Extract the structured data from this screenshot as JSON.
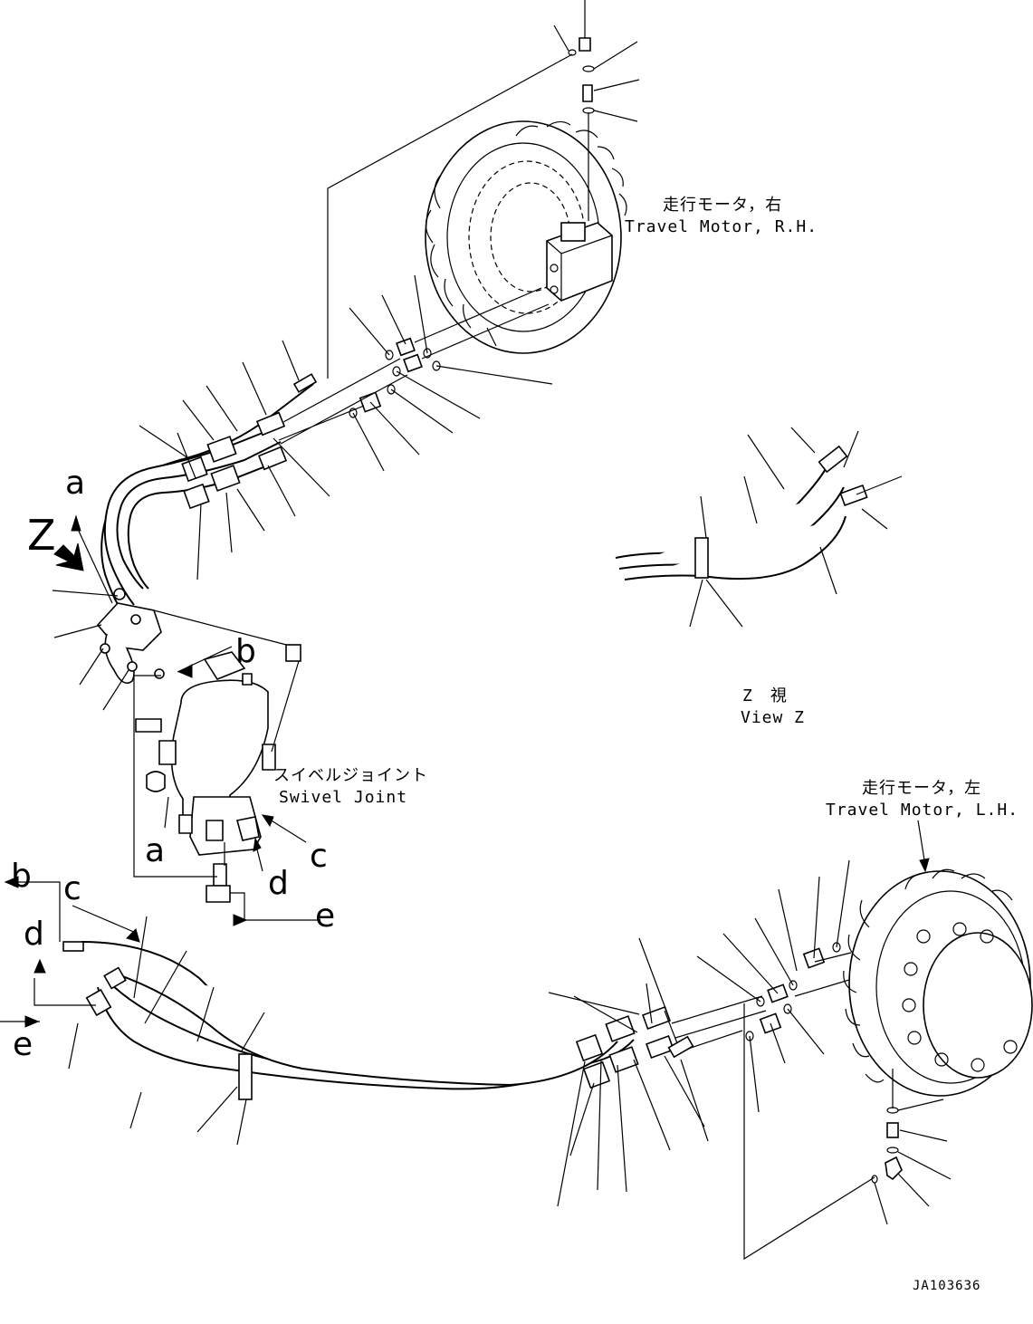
{
  "labels": {
    "travel_motor_rh_jp": "走行モータ，右",
    "travel_motor_rh_en": "Travel Motor, R.H.",
    "travel_motor_lh_jp": "走行モータ，左",
    "travel_motor_lh_en": "Travel Motor, L.H.",
    "swivel_joint_jp": "スイベルジョイント",
    "swivel_joint_en": "Swivel Joint",
    "view_z_jp": "Z　視",
    "view_z_en": "View Z",
    "view_marker": "Z",
    "drawing_code": "JA103636"
  },
  "callout_letters": {
    "a_top": "a",
    "b_top": "b",
    "a_swivel": "a",
    "c_swivel": "c",
    "d_swivel": "d",
    "e_swivel": "e",
    "b_left": "b",
    "c_left": "c",
    "d_left": "d",
    "e_left": "e"
  }
}
